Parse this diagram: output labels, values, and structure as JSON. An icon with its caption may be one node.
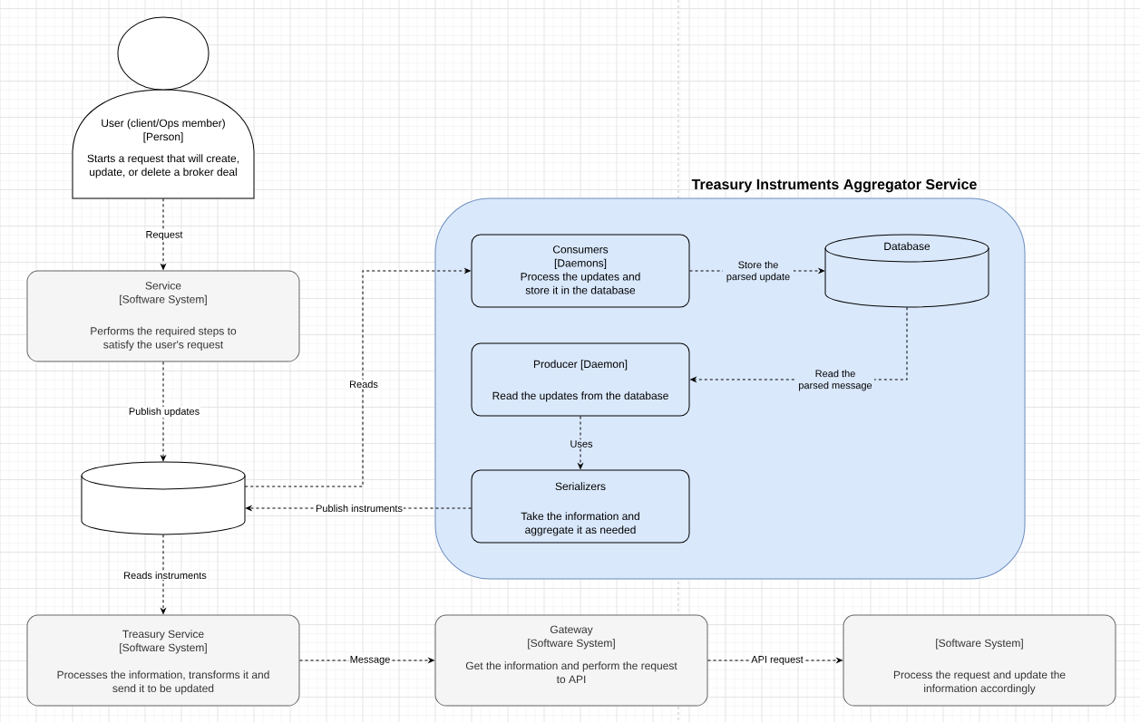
{
  "diagram": {
    "nodes": [
      {
        "text": [
          "User (client/Ops member)",
          "[Person]",
          "Starts a request that will create, update, or delete a broker deal"
        ]
      },
      {
        "text": [
          "Service",
          "[Software System]",
          "Performs the required steps to satisfy the user's request"
        ]
      },
      {
        "text": [
          "Treasury Instruments Aggregator Service"
        ]
      },
      {
        "text": [
          "Consumers",
          "[Daemons]",
          "Process the updates and store it in the database"
        ],
        "in": 2
      },
      {
        "text": [
          "Database"
        ],
        "in": 2
      },
      {
        "text": [
          "Producer [Daemon]",
          "Read the updates from the database"
        ],
        "in": 2
      },
      {
        "text": [
          "Serializers",
          "Take the information and aggregate it as needed"
        ],
        "in": 2
      },
      {
        "text": [],
        "shape": "cylinder"
      },
      {
        "text": [
          "Treasury Service",
          "[Software System]",
          "Processes the information, transforms it and send it to be updated"
        ]
      },
      {
        "text": [
          "Gateway",
          "[Software System]",
          "Get the information and perform the request to API"
        ]
      },
      {
        "text": [
          "[Software System]",
          "Process the request and update the information accordingly"
        ]
      }
    ],
    "edges": [
      {
        "from": 0,
        "to": 1,
        "arrow": "to",
        "label": "Request",
        "style": "dashed"
      },
      {
        "from": 1,
        "to": 7,
        "arrow": "to",
        "label": "Publish updates",
        "style": "dashed"
      },
      {
        "from": 7,
        "to": 3,
        "arrow": "to",
        "label": "Reads",
        "style": "dashed"
      },
      {
        "from": 3,
        "to": 4,
        "arrow": "to",
        "label": "Store the parsed update",
        "style": "dashed"
      },
      {
        "from": 4,
        "to": 5,
        "arrow": "to",
        "label": "Read the parsed message",
        "style": "dashed"
      },
      {
        "from": 5,
        "to": 6,
        "arrow": "to",
        "label": "Uses",
        "style": "dashed"
      },
      {
        "from": 6,
        "to": 7,
        "arrow": "to",
        "label": "Publish instruments",
        "style": "dashed"
      },
      {
        "from": 7,
        "to": 8,
        "arrow": "to",
        "label": "Reads instruments",
        "style": "dashed"
      },
      {
        "from": 8,
        "to": 9,
        "arrow": "to",
        "label": "Message",
        "style": "dashed"
      },
      {
        "from": 9,
        "to": 10,
        "arrow": "to",
        "label": "API request",
        "style": "dashed"
      }
    ]
  }
}
